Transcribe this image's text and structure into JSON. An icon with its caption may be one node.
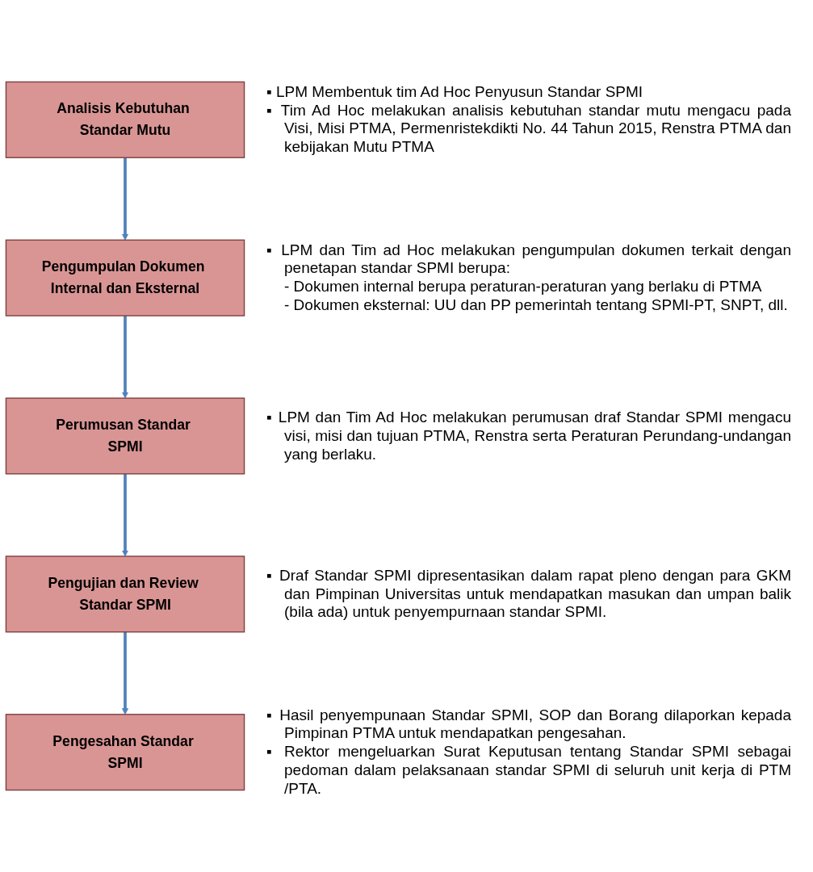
{
  "diagram": {
    "nodes": [
      {
        "text": [
          "Analisis Kebutuhan Standar Mutu"
        ],
        "beside": [
          "▪ LPM Membentuk tim Ad Hoc Penyusun Standar SPMI",
          "▪ Tim Ad Hoc melakukan analisis kebutuhan standar mutu mengacu pada Visi, Misi PTMA, Permenristekdikti No. 44 Tahun 2015, Renstra PTMA  dan kebijakan Mutu PTMA"
        ]
      },
      {
        "text": [
          "Pengumpulan Dokumen Internal dan Eksternal"
        ],
        "beside": [
          "▪ LPM dan Tim ad Hoc melakukan pengumpulan dokumen terkait dengan penetapan standar SPMI berupa:",
          "- Dokumen internal berupa peraturan-peraturan yang berlaku di PTMA",
          "- Dokumen eksternal: UU dan PP pemerintah tentang SPMI-PT, SNPT, dll."
        ]
      },
      {
        "text": [
          "Perumusan Standar SPMI"
        ],
        "beside": [
          "▪ LPM dan Tim Ad Hoc melakukan perumusan draf Standar SPMI mengacu visi, misi dan tujuan PTMA, Renstra serta Peraturan Perundang-undangan yang berlaku."
        ]
      },
      {
        "text": [
          "Pengujian dan Review Standar SPMI"
        ],
        "beside": [
          "▪ Draf Standar SPMI dipresentasikan dalam rapat pleno dengan para GKM dan Pimpinan Universitas untuk mendapatkan masukan dan umpan balik (bila ada) untuk penyempurnaan standar SPMI."
        ]
      },
      {
        "text": [
          "Pengesahan Standar SPMI"
        ],
        "beside": [
          "▪ Hasil penyempunaan Standar SPMI, SOP dan Borang dilaporkan kepada Pimpinan PTMA  untuk mendapatkan pengesahan.",
          "▪ Rektor mengeluarkan Surat Keputusan tentang Standar SPMI sebagai pedoman dalam pelaksanaan standar SPMI di seluruh unit kerja di PTM /PTA."
        ]
      }
    ],
    "edges": [
      {
        "from": 0,
        "to": 1,
        "arrow": "to"
      },
      {
        "from": 1,
        "to": 2,
        "arrow": "to"
      },
      {
        "from": 2,
        "to": 3,
        "arrow": "to"
      },
      {
        "from": 3,
        "to": 4,
        "arrow": "to"
      }
    ]
  }
}
